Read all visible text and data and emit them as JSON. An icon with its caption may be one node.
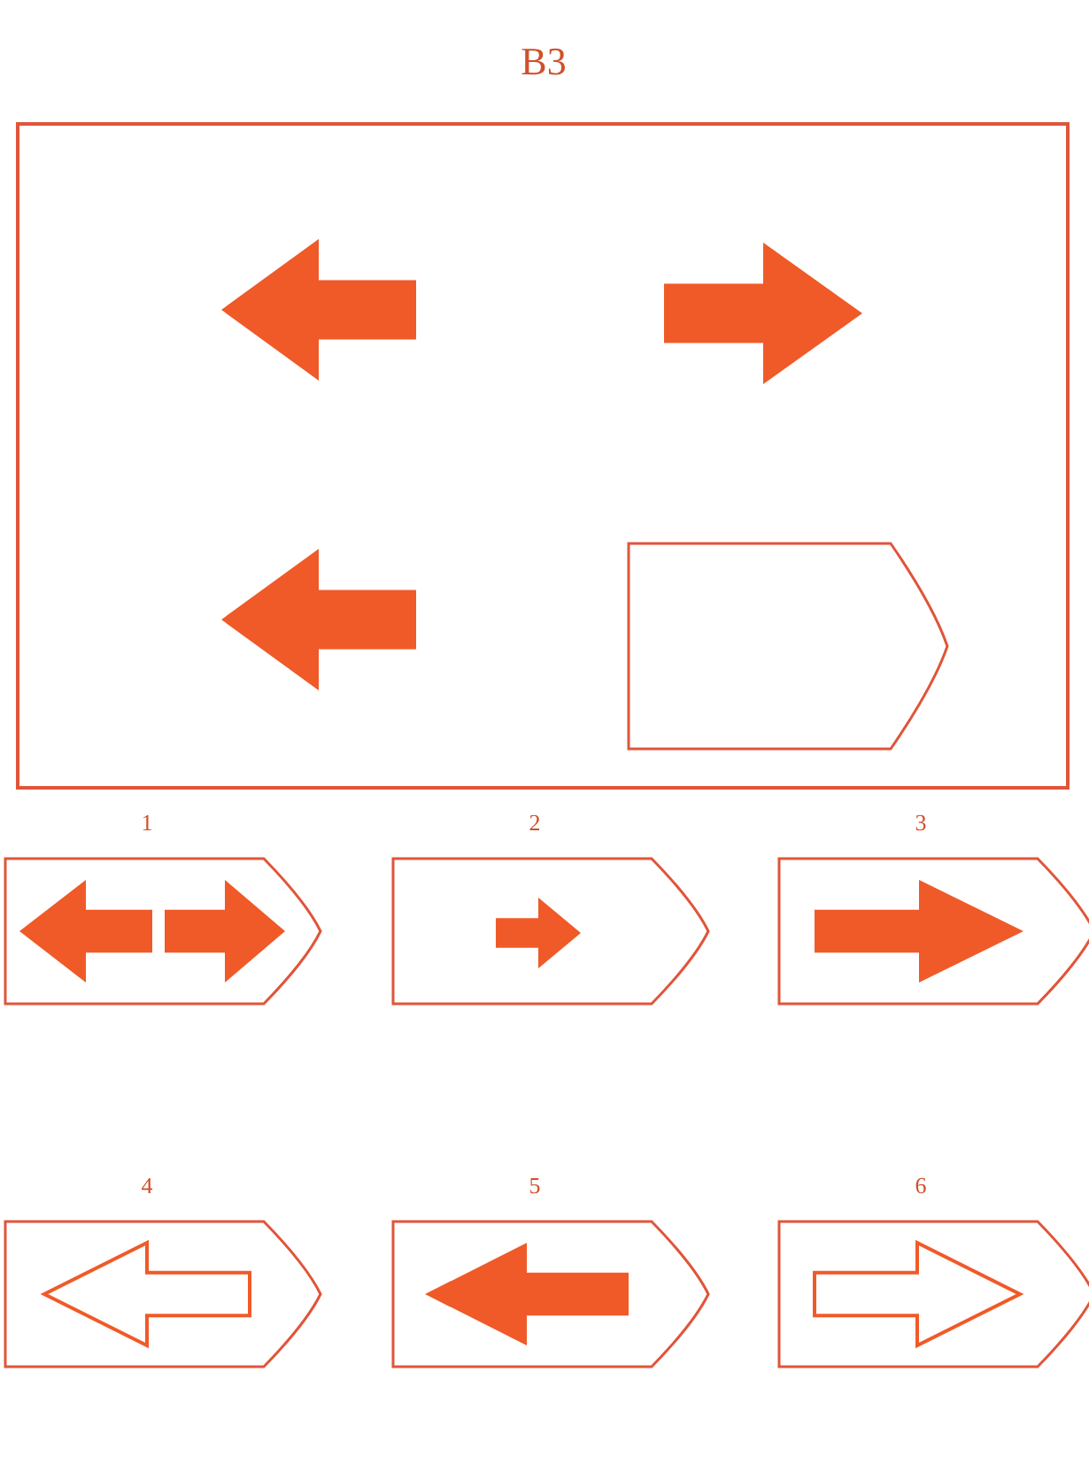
{
  "diagram": {
    "title": "B3",
    "labels": [
      "1",
      "2",
      "3",
      "4",
      "5",
      "6"
    ]
  }
}
